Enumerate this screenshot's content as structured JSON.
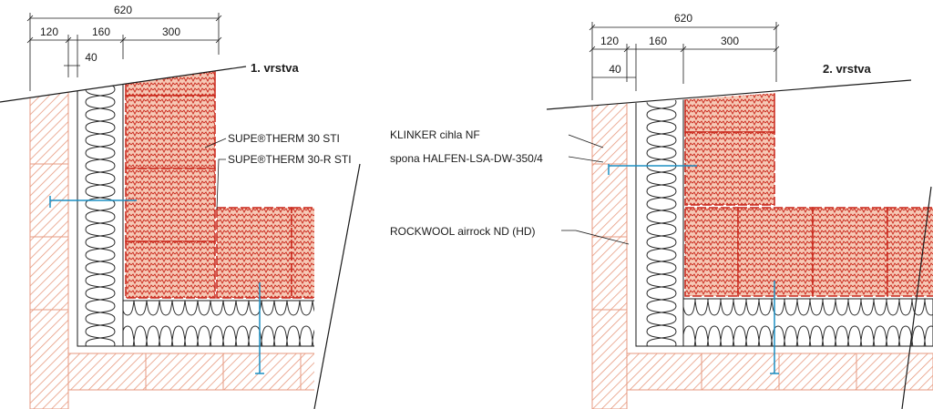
{
  "colors": {
    "brick_hatch": "#e79a80",
    "block_fill": "#f6c9b6",
    "block_pattern": "#c9261a",
    "insulation_stroke": "#2a2a2a",
    "tie_color": "#1b8fc4",
    "line": "#1a1a1a"
  },
  "left": {
    "title": "1. vrstva",
    "dims": {
      "total": "620",
      "a": "120",
      "b": "160",
      "c": "300",
      "d": "40"
    },
    "labels": {
      "block1": "SUPE®THERM 30 STI",
      "block2": "SUPE®THERM 30-R STI"
    }
  },
  "right": {
    "title": "2. vrstva",
    "dims": {
      "total": "620",
      "a": "120",
      "b": "160",
      "c": "300",
      "d": "40"
    },
    "labels": {
      "klinker": "KLINKER cihla NF",
      "spona": "spona HALFEN-LSA-DW-350/4",
      "rockwool": "ROCKWOOL airrock ND (HD)"
    }
  }
}
